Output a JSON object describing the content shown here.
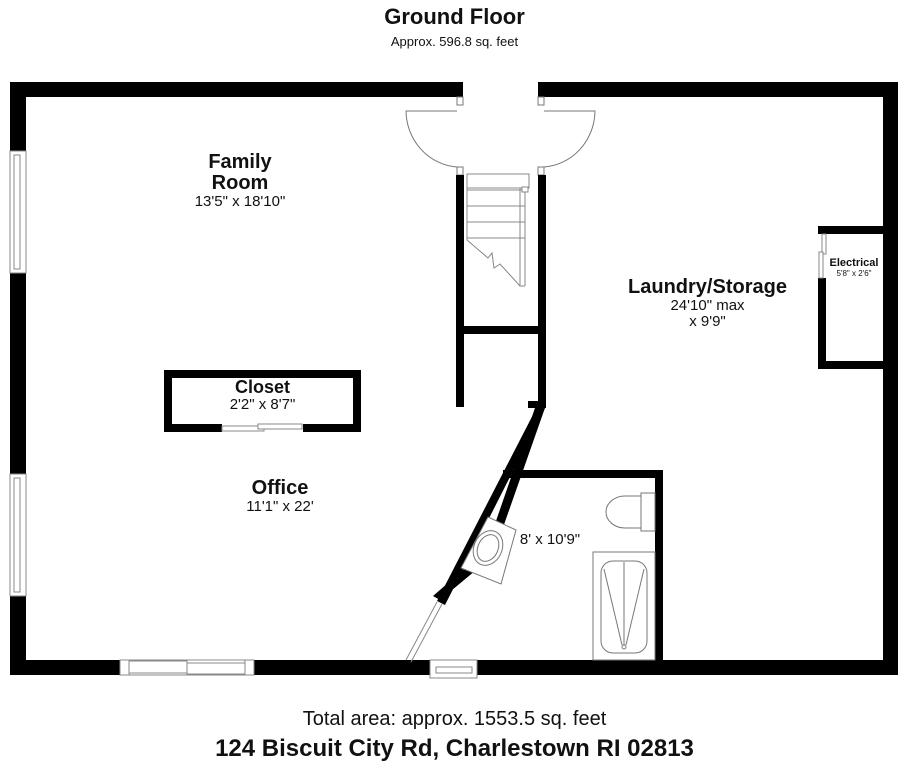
{
  "header": {
    "floor_name": "Ground Floor",
    "floor_area": "Approx. 596.8 sq. feet"
  },
  "rooms": [
    {
      "id": "family-room",
      "name": "Family Room",
      "name_line1": "Family",
      "name_line2": "Room",
      "dimensions": "13'5\" x 18'10\""
    },
    {
      "id": "laundry-storage",
      "name": "Laundry/Storage",
      "dimensions_line1": "24'10\" max",
      "dimensions_line2": "x 9'9\""
    },
    {
      "id": "electrical",
      "name": "Electrical",
      "dimensions": "5'8\" x 2'6\""
    },
    {
      "id": "closet",
      "name": "Closet",
      "dimensions": "2'2\" x 8'7\""
    },
    {
      "id": "office",
      "name": "Office",
      "dimensions": "11'1\" x 22'"
    },
    {
      "id": "bathroom",
      "name": "",
      "dimensions": "8' x 10'9\""
    }
  ],
  "footer": {
    "total_area": "Total area: approx. 1553.5 sq. feet",
    "address": "124 Biscuit City Rd, Charlestown RI 02813"
  },
  "colors": {
    "wall": "#000000",
    "fixture_line": "#808080",
    "background": "#ffffff"
  }
}
